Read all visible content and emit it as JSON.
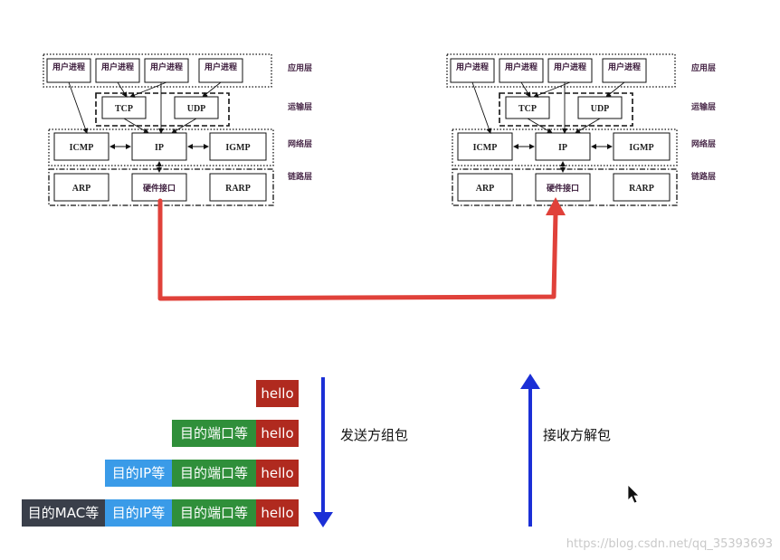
{
  "stack": {
    "process_label": "用户进程",
    "tcp": "TCP",
    "udp": "UDP",
    "icmp": "ICMP",
    "ip": "IP",
    "igmp": "IGMP",
    "arp": "ARP",
    "hw": "硬件接口",
    "rarp": "RARP",
    "layers": {
      "app": "应用层",
      "transport": "运输层",
      "network": "网络层",
      "link": "链路层"
    }
  },
  "packets": {
    "hello": "hello",
    "port": "目的端口等",
    "ip": "目的IP等",
    "mac": "目的MAC等"
  },
  "captions": {
    "sender": "发送方组包",
    "receiver": "接收方解包"
  },
  "colors": {
    "wire": "#e0413a",
    "arrows": "#1b2fd6",
    "hello": "#b02a1f",
    "port": "#2f8f3a",
    "ip": "#3a9be8",
    "mac": "#3a3f4a"
  },
  "watermark": "https://blog.csdn.net/qq_35393693"
}
